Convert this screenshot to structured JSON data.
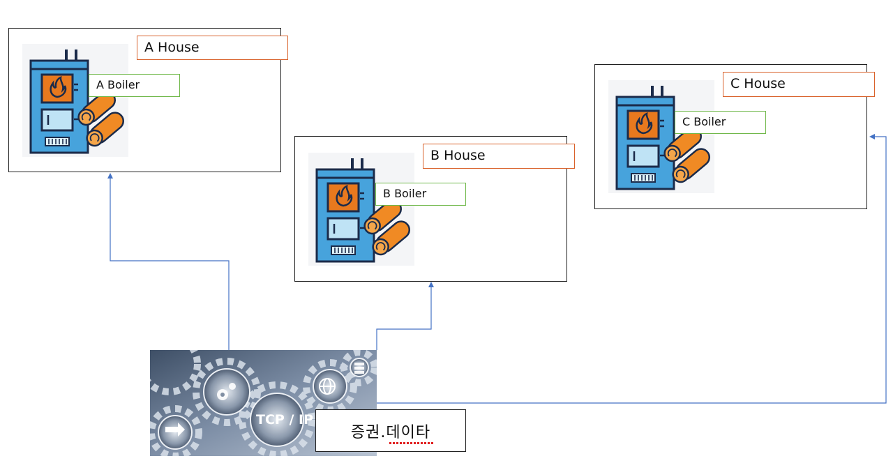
{
  "houses": [
    {
      "id": "a",
      "house_label": "A House",
      "boiler_label": "A Boiler"
    },
    {
      "id": "b",
      "house_label": "B House",
      "boiler_label": "B Boiler"
    },
    {
      "id": "c",
      "house_label": "C House",
      "boiler_label": "C Boiler"
    }
  ],
  "source": {
    "label": "증권.데이타",
    "image_text": "TCP / IP"
  },
  "colors": {
    "connector": "#4472c4",
    "house_label_border": "#d9622b",
    "boiler_label_border": "#70b84a",
    "boiler_body": "#47a3dc",
    "boiler_fire": "#e8791e",
    "logs": "#f08a24"
  }
}
